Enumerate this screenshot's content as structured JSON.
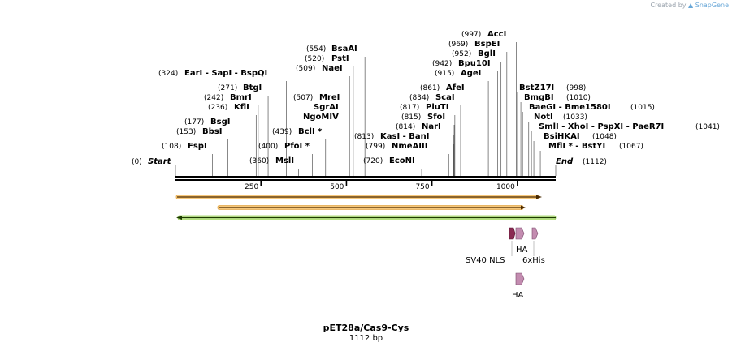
{
  "brand": {
    "prefix": "Created by",
    "name": "SnapGene"
  },
  "construct": {
    "name": "pET28a/Cas9-Cys",
    "length_label": "1112 bp",
    "length": 1112
  },
  "ticks": [
    250,
    500,
    750,
    1000
  ],
  "ends": {
    "start": {
      "pos": "(0)",
      "label": "Start"
    },
    "end": {
      "pos": "(1112)",
      "label": "End"
    }
  },
  "left_sites": [
    {
      "pos": 554,
      "pos_label": "(554)",
      "names": [
        "BsaAI"
      ]
    },
    {
      "pos": 520,
      "pos_label": "(520)",
      "names": [
        "PstI"
      ]
    },
    {
      "pos": 509,
      "pos_label": "(509)",
      "names": [
        "NaeI"
      ]
    },
    {
      "pos": 324,
      "pos_label": "(324)",
      "names": [
        "EarI",
        "SapI",
        "BspQI"
      ]
    },
    {
      "pos": 271,
      "pos_label": "(271)",
      "names": [
        "BtgI"
      ]
    },
    {
      "pos": 242,
      "pos_label": "(242)",
      "names": [
        "BmrI"
      ]
    },
    {
      "pos": 236,
      "pos_label": "(236)",
      "names": [
        "KflI"
      ]
    },
    {
      "pos": 507,
      "pos_label": "(507)",
      "names": [
        "MreI"
      ]
    },
    {
      "pos": 507,
      "pos_label": "",
      "names": [
        "SgrAI"
      ]
    },
    {
      "pos": 507,
      "pos_label": "",
      "names": [
        "NgoMIV"
      ]
    },
    {
      "pos": 177,
      "pos_label": "(177)",
      "names": [
        "BsgI"
      ]
    },
    {
      "pos": 153,
      "pos_label": "(153)",
      "names": [
        "BbsI"
      ]
    },
    {
      "pos": 439,
      "pos_label": "(439)",
      "names": [
        "BclI *"
      ]
    },
    {
      "pos": 108,
      "pos_label": "(108)",
      "names": [
        "FspI"
      ]
    },
    {
      "pos": 400,
      "pos_label": "(400)",
      "names": [
        "PfoI *"
      ]
    },
    {
      "pos": 360,
      "pos_label": "(360)",
      "names": [
        "MslI"
      ]
    },
    {
      "pos": 813,
      "pos_label": "(813)",
      "names": [
        "KasI",
        "BanI"
      ]
    },
    {
      "pos": 799,
      "pos_label": "(799)",
      "names": [
        "NmeAIII"
      ]
    },
    {
      "pos": 720,
      "pos_label": "(720)",
      "names": [
        "EcoNI"
      ]
    },
    {
      "pos": 997,
      "pos_label": "(997)",
      "names": [
        "AccI"
      ]
    },
    {
      "pos": 969,
      "pos_label": "(969)",
      "names": [
        "BspEI"
      ]
    },
    {
      "pos": 952,
      "pos_label": "(952)",
      "names": [
        "BglI"
      ]
    },
    {
      "pos": 942,
      "pos_label": "(942)",
      "names": [
        "Bpu10I"
      ]
    },
    {
      "pos": 915,
      "pos_label": "(915)",
      "names": [
        "AgeI"
      ]
    },
    {
      "pos": 861,
      "pos_label": "(861)",
      "names": [
        "AfeI"
      ]
    },
    {
      "pos": 834,
      "pos_label": "(834)",
      "names": [
        "ScaI"
      ]
    },
    {
      "pos": 817,
      "pos_label": "(817)",
      "names": [
        "PluTI"
      ]
    },
    {
      "pos": 815,
      "pos_label": "(815)",
      "names": [
        "SfoI"
      ]
    },
    {
      "pos": 814,
      "pos_label": "(814)",
      "names": [
        "NarI"
      ]
    }
  ],
  "right_sites": [
    {
      "pos": 998,
      "pos_label": "(998)",
      "names": [
        "BstZ17I"
      ]
    },
    {
      "pos": 1010,
      "pos_label": "(1010)",
      "names": [
        "BmgBI"
      ]
    },
    {
      "pos": 1015,
      "pos_label": "(1015)",
      "names": [
        "BaeGI",
        "Bme1580I"
      ]
    },
    {
      "pos": 1033,
      "pos_label": "(1033)",
      "names": [
        "NotI"
      ]
    },
    {
      "pos": 1041,
      "pos_label": "(1041)",
      "names": [
        "SmlI",
        "XhoI",
        "PspXI",
        "PaeR7I"
      ]
    },
    {
      "pos": 1048,
      "pos_label": "(1048)",
      "names": [
        "BsiHKAI"
      ]
    },
    {
      "pos": 1067,
      "pos_label": "(1067)",
      "names": [
        "MflI *",
        "BstYI"
      ]
    }
  ],
  "tracks": [
    {
      "name": "orange-forward",
      "start": 0,
      "end": 1112,
      "direction": "right",
      "color": "#f0b75a"
    },
    {
      "name": "orange-forward-2",
      "start": 120,
      "end": 1062,
      "direction": "right",
      "color": "#f0b75a"
    },
    {
      "name": "green-reverse",
      "start": 0,
      "end": 1112,
      "direction": "left",
      "color": "#b6e37f"
    }
  ],
  "features": [
    {
      "label": "SV40 NLS",
      "color": "#8b2a52"
    },
    {
      "label": "HA",
      "color": "#c38cb0"
    },
    {
      "label": "6xHis",
      "color": "#c38cb0"
    },
    {
      "label": "HA",
      "color": "#c38cb0"
    }
  ]
}
